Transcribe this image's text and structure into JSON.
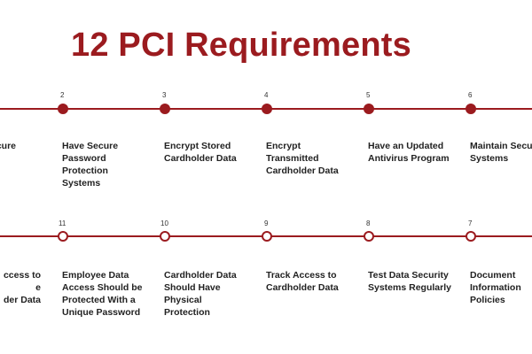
{
  "title": "12 PCI Requirements",
  "colors": {
    "accent": "#9b1b1f",
    "text": "#222222"
  },
  "top_row": [
    {
      "number": "",
      "label": "cure\n"
    },
    {
      "number": "2",
      "label": "Have Secure\nPassword\nProtection\nSystems"
    },
    {
      "number": "3",
      "label": "Encrypt Stored\nCardholder Data"
    },
    {
      "number": "4",
      "label": "Encrypt\nTransmitted\nCardholder Data"
    },
    {
      "number": "5",
      "label": "Have an Updated\nAntivirus Program"
    },
    {
      "number": "6",
      "label": "Maintain Secu\nSystems"
    }
  ],
  "bottom_row": [
    {
      "number": "",
      "label": "ccess to\ne\nder Data"
    },
    {
      "number": "11",
      "label": "Employee Data\nAccess Should be\nProtected With a\nUnique Password"
    },
    {
      "number": "10",
      "label": "Cardholder Data\nShould Have\nPhysical\nProtection"
    },
    {
      "number": "9",
      "label": "Track Access to\nCardholder Data"
    },
    {
      "number": "8",
      "label": "Test Data Security\nSystems Regularly"
    },
    {
      "number": "7",
      "label": "Document\nInformation\nPolicies"
    }
  ]
}
